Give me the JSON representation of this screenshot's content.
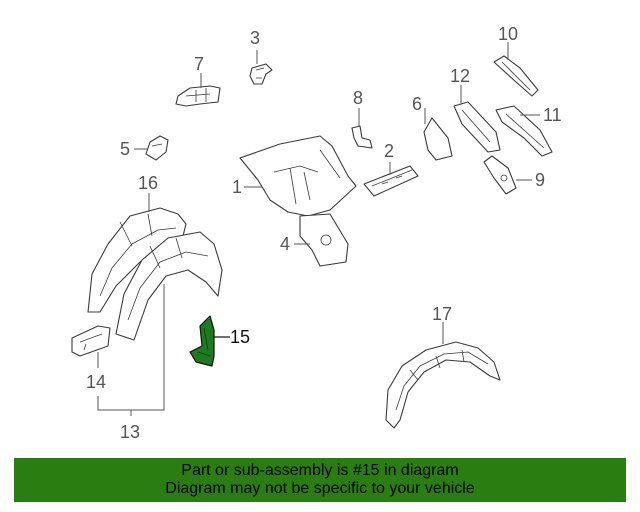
{
  "diagram": {
    "highlight_color": "#1f7a1f",
    "callouts": {
      "c1": "1",
      "c2": "2",
      "c3": "3",
      "c4": "4",
      "c5": "5",
      "c6": "6",
      "c7": "7",
      "c8": "8",
      "c9": "9",
      "c10": "10",
      "c11": "11",
      "c12": "12",
      "c13": "13",
      "c14": "14",
      "c15": "15",
      "c16": "16",
      "c17": "17"
    }
  },
  "banner": {
    "line1": "Part or sub-assembly is #15 in diagram",
    "line2": "Diagram may not be specific to your vehicle",
    "background": "#2a7d11"
  }
}
